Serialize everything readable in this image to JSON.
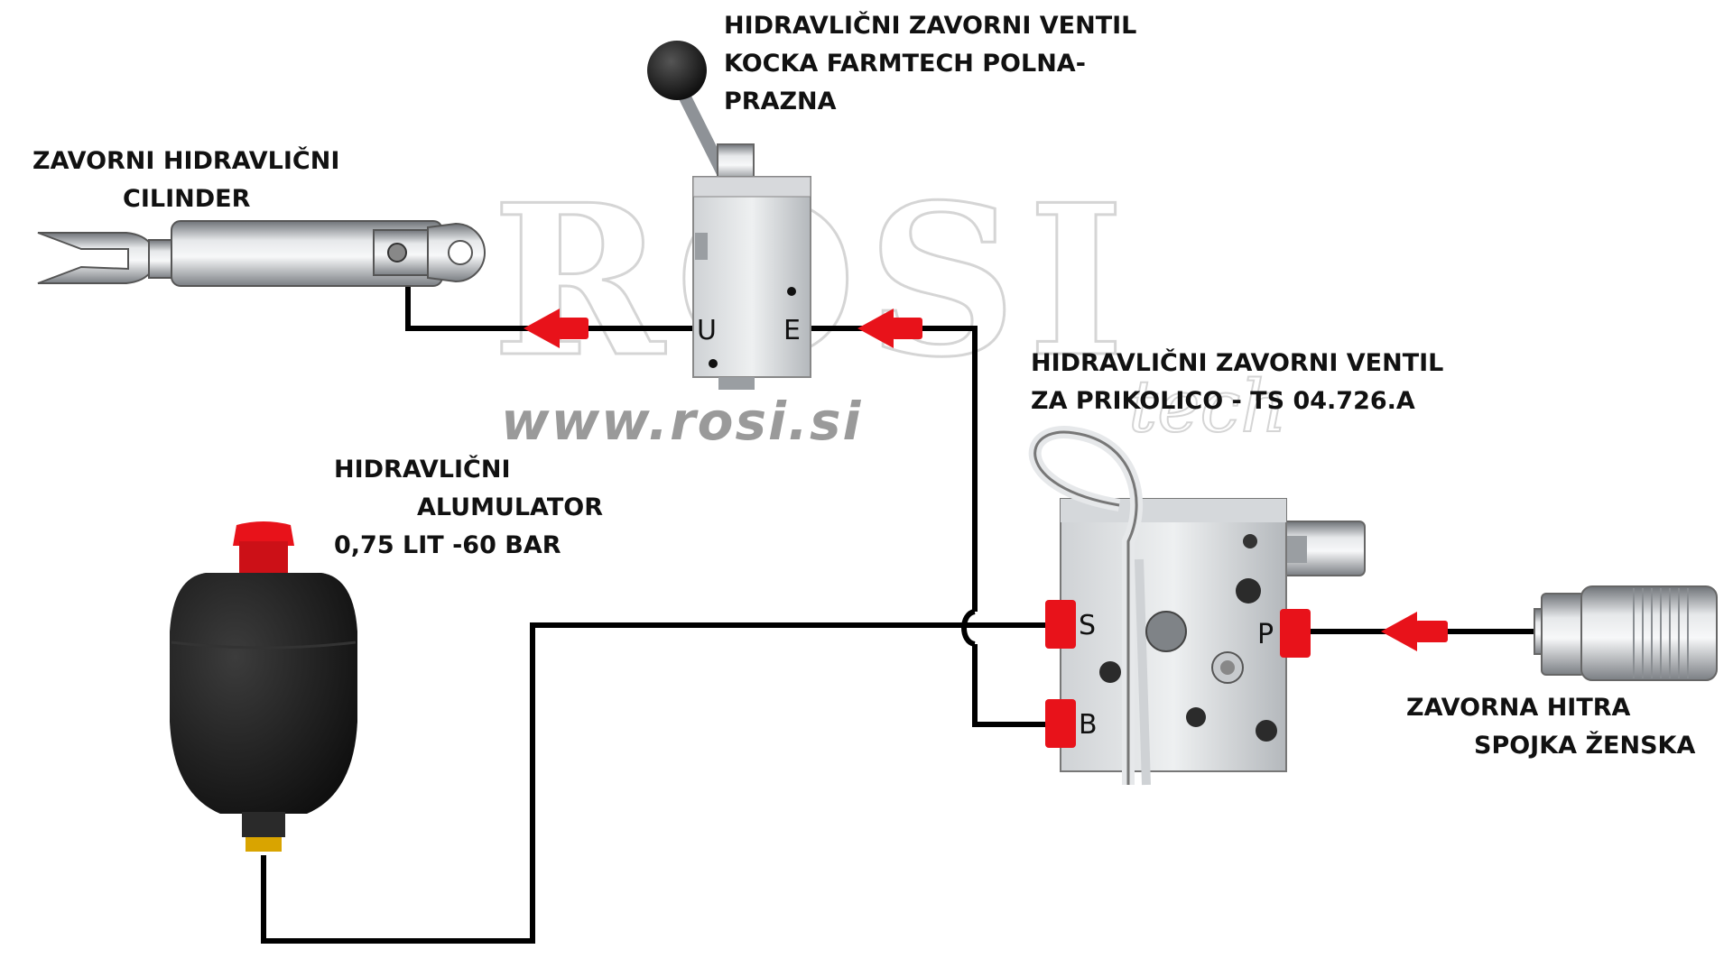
{
  "watermark": {
    "brand": "ROSI",
    "suffix": "tech",
    "url": "www.rosi.si"
  },
  "labels": {
    "valve_top": [
      "HIDRAVLIČNI ZAVORNI VENTIL",
      "KOCKA FARMTECH POLNA-",
      "PRAZNA"
    ],
    "cylinder": [
      "ZAVORNI HIDRAVLIČNI",
      "CILINDER"
    ],
    "accumulator": [
      "HIDRAVLIČNI",
      "ALUMULATOR",
      "0,75 LIT -60 BAR"
    ],
    "trailer_valve": [
      "HIDRAVLIČNI ZAVORNI VENTIL",
      "ZA PRIKOLICO - TS 04.726.A"
    ],
    "coupling": [
      "ZAVORNA HITRA",
      "SPOJKA ŽENSKA"
    ]
  },
  "ports": {
    "u": "U",
    "e": "E",
    "s": "S",
    "p": "P",
    "b": "B"
  },
  "colors": {
    "pipe": "#000000",
    "arrow": "#e8121a",
    "port_plug": "#e8121a",
    "metal": "#b9bcc0",
    "accumulator_body": "#1a1a1a",
    "brass": "#d9a400"
  }
}
